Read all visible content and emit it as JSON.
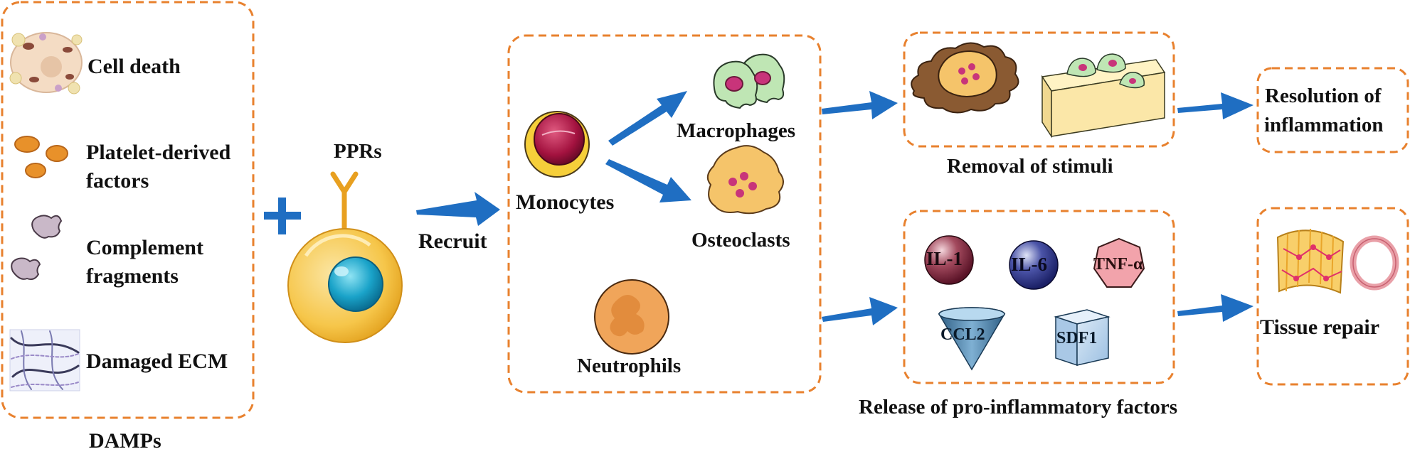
{
  "damps": {
    "title": "DAMPs",
    "items": [
      "Cell death",
      "Platelet-derived",
      "factors",
      "Complement",
      "fragments",
      "Damaged ECM"
    ]
  },
  "plus": "+",
  "pprs": "PPRs",
  "recruit": "Recruit",
  "cells": {
    "monocytes": "Monocytes",
    "macrophages": "Macrophages",
    "osteoclasts": "Osteoclasts",
    "neutrophils": "Neutrophils"
  },
  "removal": "Removal of stimuli",
  "release": "Release of pro-inflammatory factors",
  "resolution": [
    "Resolution of",
    "inflammation"
  ],
  "tissue_repair": "Tissue repair",
  "factors": [
    "IL-1",
    "IL-6",
    "TNF-α",
    "CCL2",
    "SDF1"
  ],
  "colors": {
    "dashed_border": "#E8812E",
    "arrow": "#1F6EC2",
    "plus": "#1F6EC2",
    "receptor": "#E8A020",
    "cell_body": "#F6C64A",
    "nucleus": "#1AA3C9"
  }
}
